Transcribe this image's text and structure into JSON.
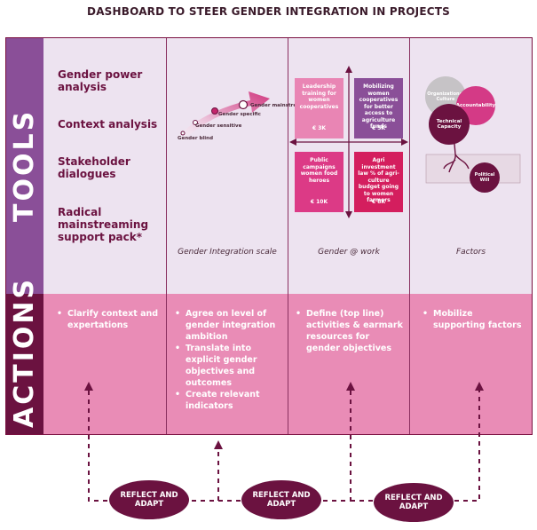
{
  "title": "DASHBOARD TO STEER GENDER INTEGRATION IN PROJECTS",
  "bands": {
    "tools": "TOOLS",
    "actions": "ACTIONS"
  },
  "tools": [
    "Gender power analysis",
    "Context analysis",
    "Stakeholder dialogues",
    "Radical mainstreaming support pack*"
  ],
  "scale": {
    "caption": "Gender Integration scale",
    "labels": [
      "Gender blind",
      "Gender sensitive",
      "Gender specific",
      "Gender mainstreamed"
    ]
  },
  "work": {
    "caption": "Gender @ work",
    "boxes": [
      {
        "text": "Leadership training for women cooperatives",
        "amount": "€ 3K",
        "color": "#e985b4"
      },
      {
        "text": "Mobilizing women cooperatives for better access to agriculture funds",
        "amount": "€ 5K",
        "color": "#8a4f98"
      },
      {
        "text": "Public campaigns women food heroes",
        "amount": "€ 10K",
        "color": "#dc3a86"
      },
      {
        "text": "Agri investment law % of agri-culture budget going to women farmers",
        "amount": "€ 8K",
        "color": "#d41e5e"
      }
    ]
  },
  "factors": {
    "caption": "Factors",
    "items": [
      "Organizational Culture",
      "Accountability",
      "Technical Capacity",
      "Political Will"
    ]
  },
  "actions": [
    [
      "Clarify context and expertations"
    ],
    [
      "Agree on level of gender integration ambition",
      "Translate into explicit gender objectives and outcomes",
      "Create relevant indicators"
    ],
    [
      "Define (top line) activities & earmark resources for gender objectives"
    ],
    [
      "Mobilize supporting factors"
    ]
  ],
  "loop": [
    "REFLECT AND ADAPT",
    "REFLECT AND ADAPT",
    "REFLECT AND ADAPT"
  ],
  "colors": {
    "purple": "#8a4f98",
    "burgundy": "#6b1240",
    "pink": "#e98cb6",
    "lavender": "#ede3f0"
  }
}
